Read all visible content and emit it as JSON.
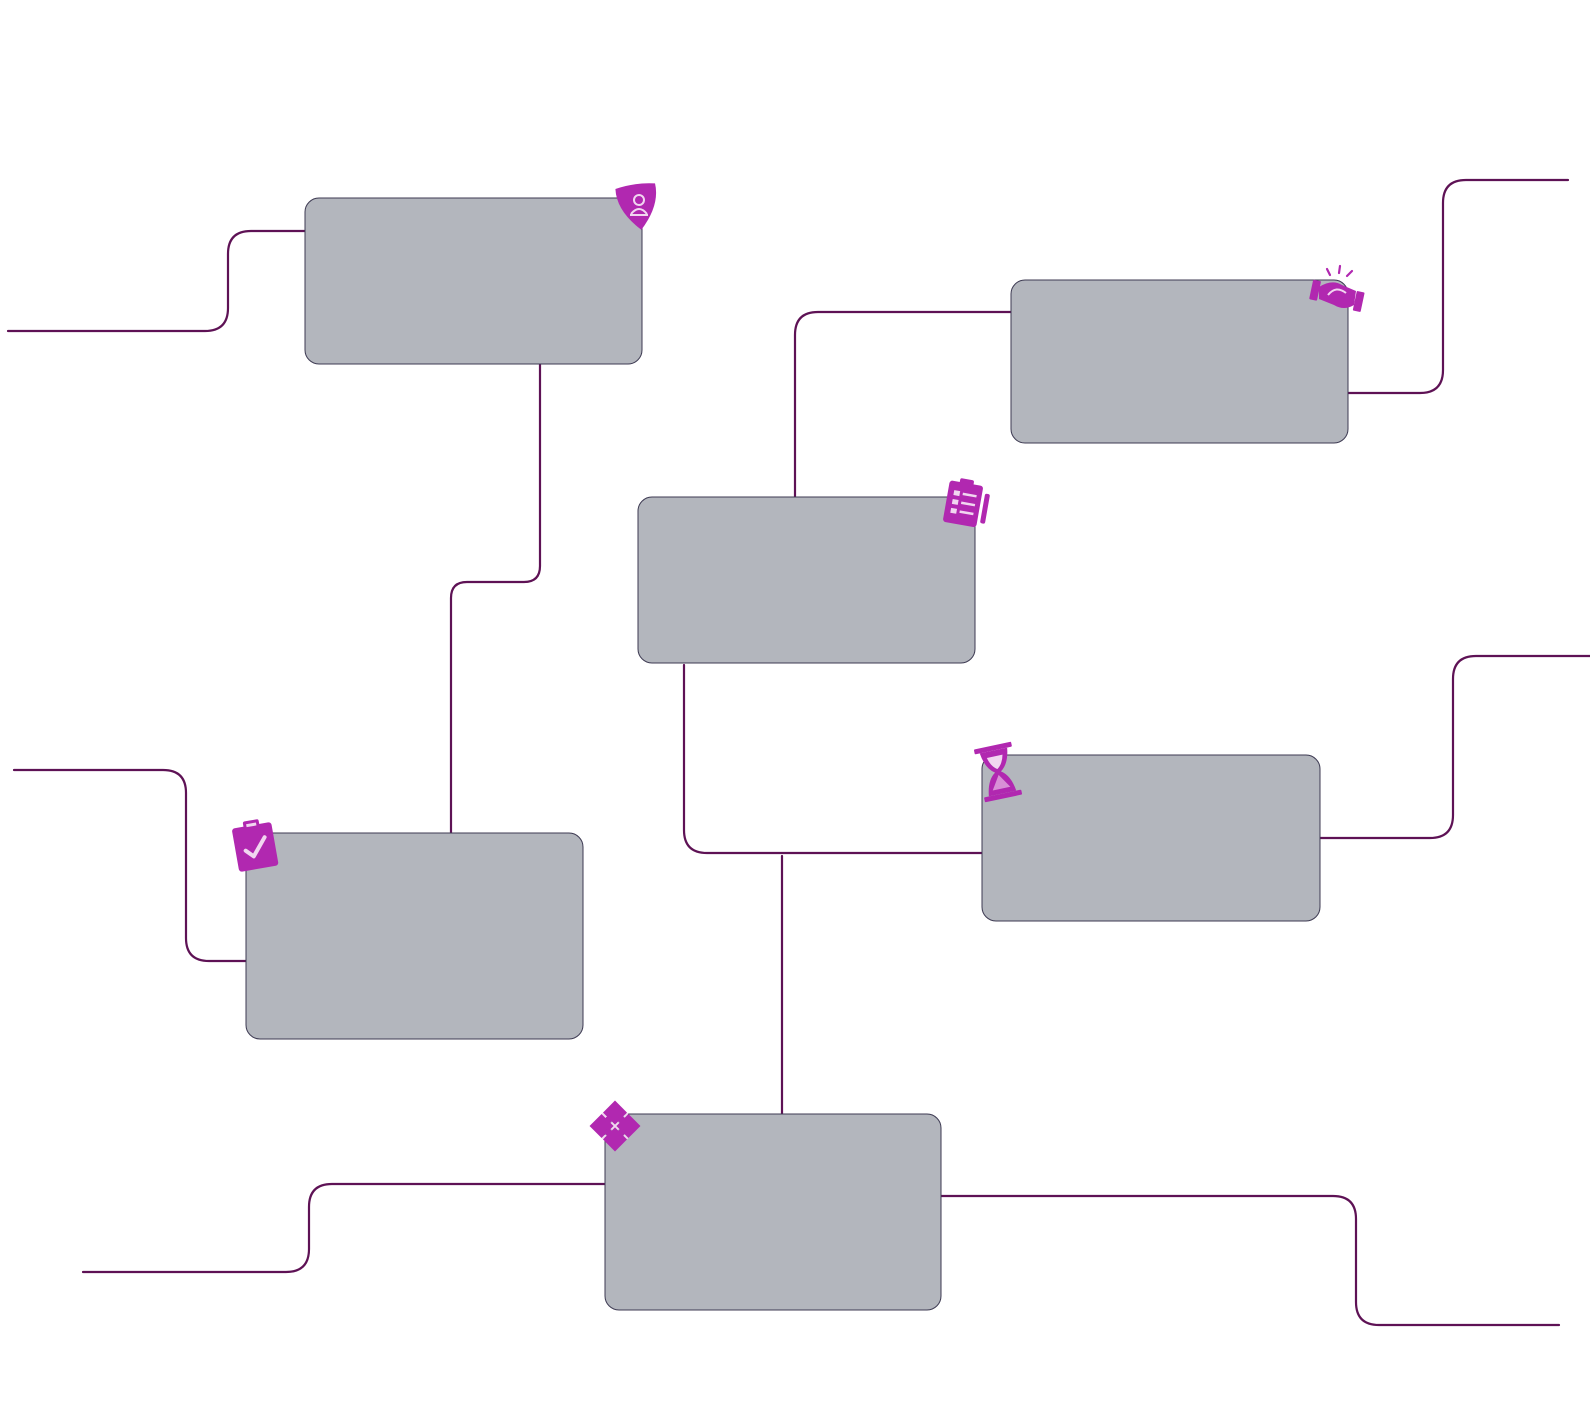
{
  "diagram": {
    "colors": {
      "box_fill": "#b3b6bd",
      "box_stroke": "#3d3a52",
      "connector": "#5e1255",
      "icon_accent": "#b128b0"
    },
    "nodes": [
      {
        "id": "node-1",
        "label": "",
        "icon": "shield-user-icon"
      },
      {
        "id": "node-2",
        "label": "",
        "icon": "handshake-icon"
      },
      {
        "id": "node-3",
        "label": "",
        "icon": "clipboard-list-icon"
      },
      {
        "id": "node-4",
        "label": "",
        "icon": "clipboard-check-icon"
      },
      {
        "id": "node-5",
        "label": "",
        "icon": "hourglass-icon"
      },
      {
        "id": "node-6",
        "label": "",
        "icon": "puzzle-icon"
      }
    ]
  }
}
